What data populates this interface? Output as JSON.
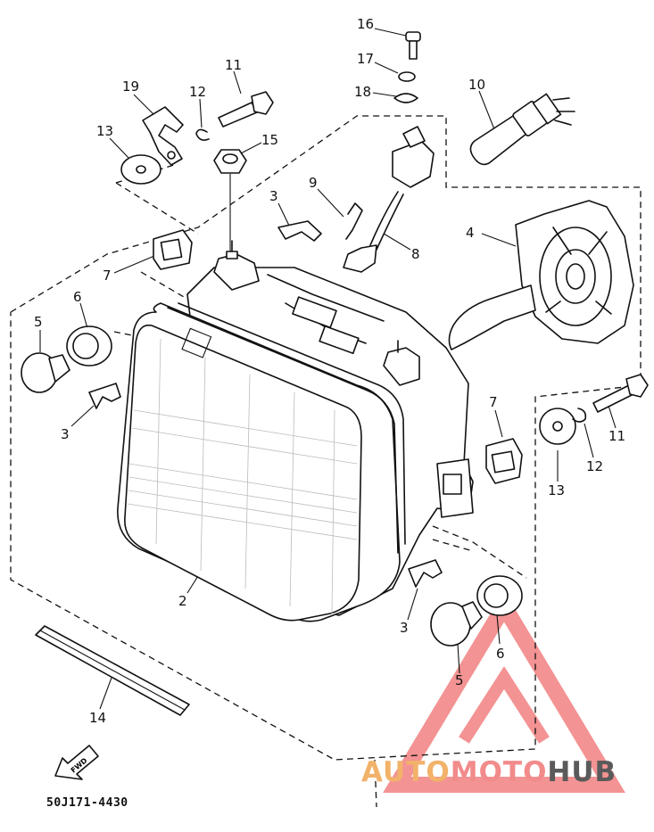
{
  "diagram": {
    "part_code": "50J171-4430",
    "fwd_arrow_text": "FWD",
    "callouts": [
      "16",
      "17",
      "18",
      "10",
      "19",
      "12",
      "11",
      "13",
      "15",
      "3",
      "9",
      "8",
      "4",
      "7",
      "6",
      "5",
      "3",
      "2",
      "7",
      "11",
      "12",
      "13",
      "3",
      "5",
      "6",
      "14"
    ]
  },
  "watermark": {
    "part1": "AUTO",
    "part2": "MOTO",
    "part3": "HUB",
    "colors": {
      "auto": "#f2b26a",
      "moto": "#f28b8b",
      "hub": "#5a5a5a",
      "triangle": "#f07070"
    }
  }
}
